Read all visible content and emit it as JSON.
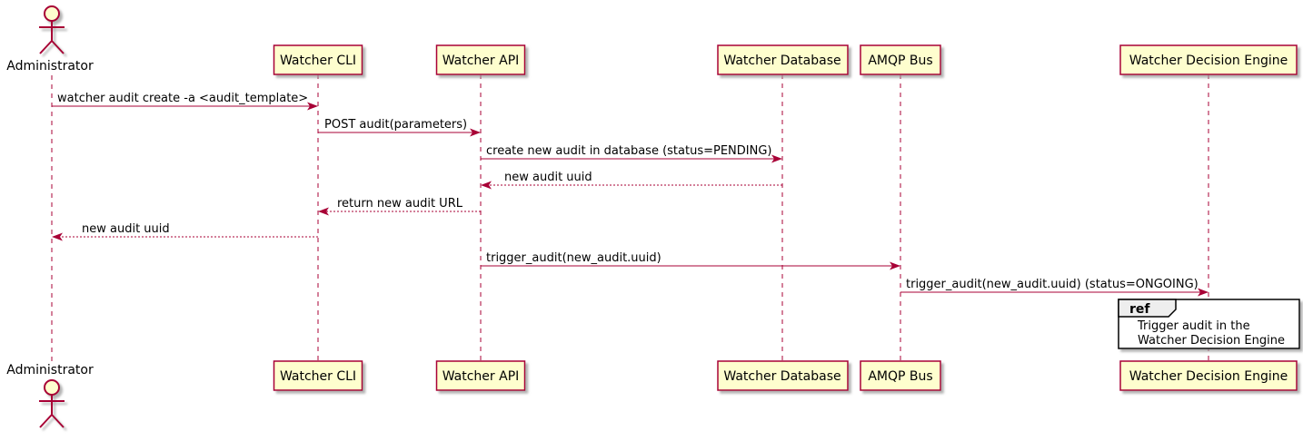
{
  "diagram_type": "uml-sequence",
  "colors": {
    "accent_line": "#A80036",
    "participant_fill": "#FEFECE",
    "participant_border": "#A80036",
    "text": "#000000",
    "ref_fill": "#FFFFFF",
    "ref_header_fill": "#EEEEEE",
    "ref_border": "#000000",
    "background": "#FFFFFF"
  },
  "actor": {
    "label": "Administrator"
  },
  "participants": [
    {
      "label": "Watcher CLI"
    },
    {
      "label": "Watcher API"
    },
    {
      "label": "Watcher Database"
    },
    {
      "label": "AMQP Bus"
    },
    {
      "label": "Watcher Decision Engine"
    }
  ],
  "messages": [
    {
      "text": "watcher audit create -a <audit_template>",
      "from": "Administrator",
      "to": "Watcher CLI",
      "line": "solid"
    },
    {
      "text": "POST audit(parameters)",
      "from": "Watcher CLI",
      "to": "Watcher API",
      "line": "solid"
    },
    {
      "text": "create new audit in database (status=PENDING)",
      "from": "Watcher API",
      "to": "Watcher Database",
      "line": "solid"
    },
    {
      "text": "new audit uuid",
      "from": "Watcher Database",
      "to": "Watcher API",
      "line": "dashed"
    },
    {
      "text": "return new audit URL",
      "from": "Watcher API",
      "to": "Watcher CLI",
      "line": "dashed"
    },
    {
      "text": "new audit uuid",
      "from": "Watcher CLI",
      "to": "Administrator",
      "line": "dashed"
    },
    {
      "text": "trigger_audit(new_audit.uuid)",
      "from": "Watcher API",
      "to": "AMQP Bus",
      "line": "solid"
    },
    {
      "text": "trigger_audit(new_audit.uuid) (status=ONGOING)",
      "from": "AMQP Bus",
      "to": "Watcher Decision Engine",
      "line": "solid"
    }
  ],
  "ref": {
    "keyword": "ref",
    "over": "Watcher Decision Engine",
    "line1": "Trigger audit in the",
    "line2": "Watcher Decision Engine"
  }
}
